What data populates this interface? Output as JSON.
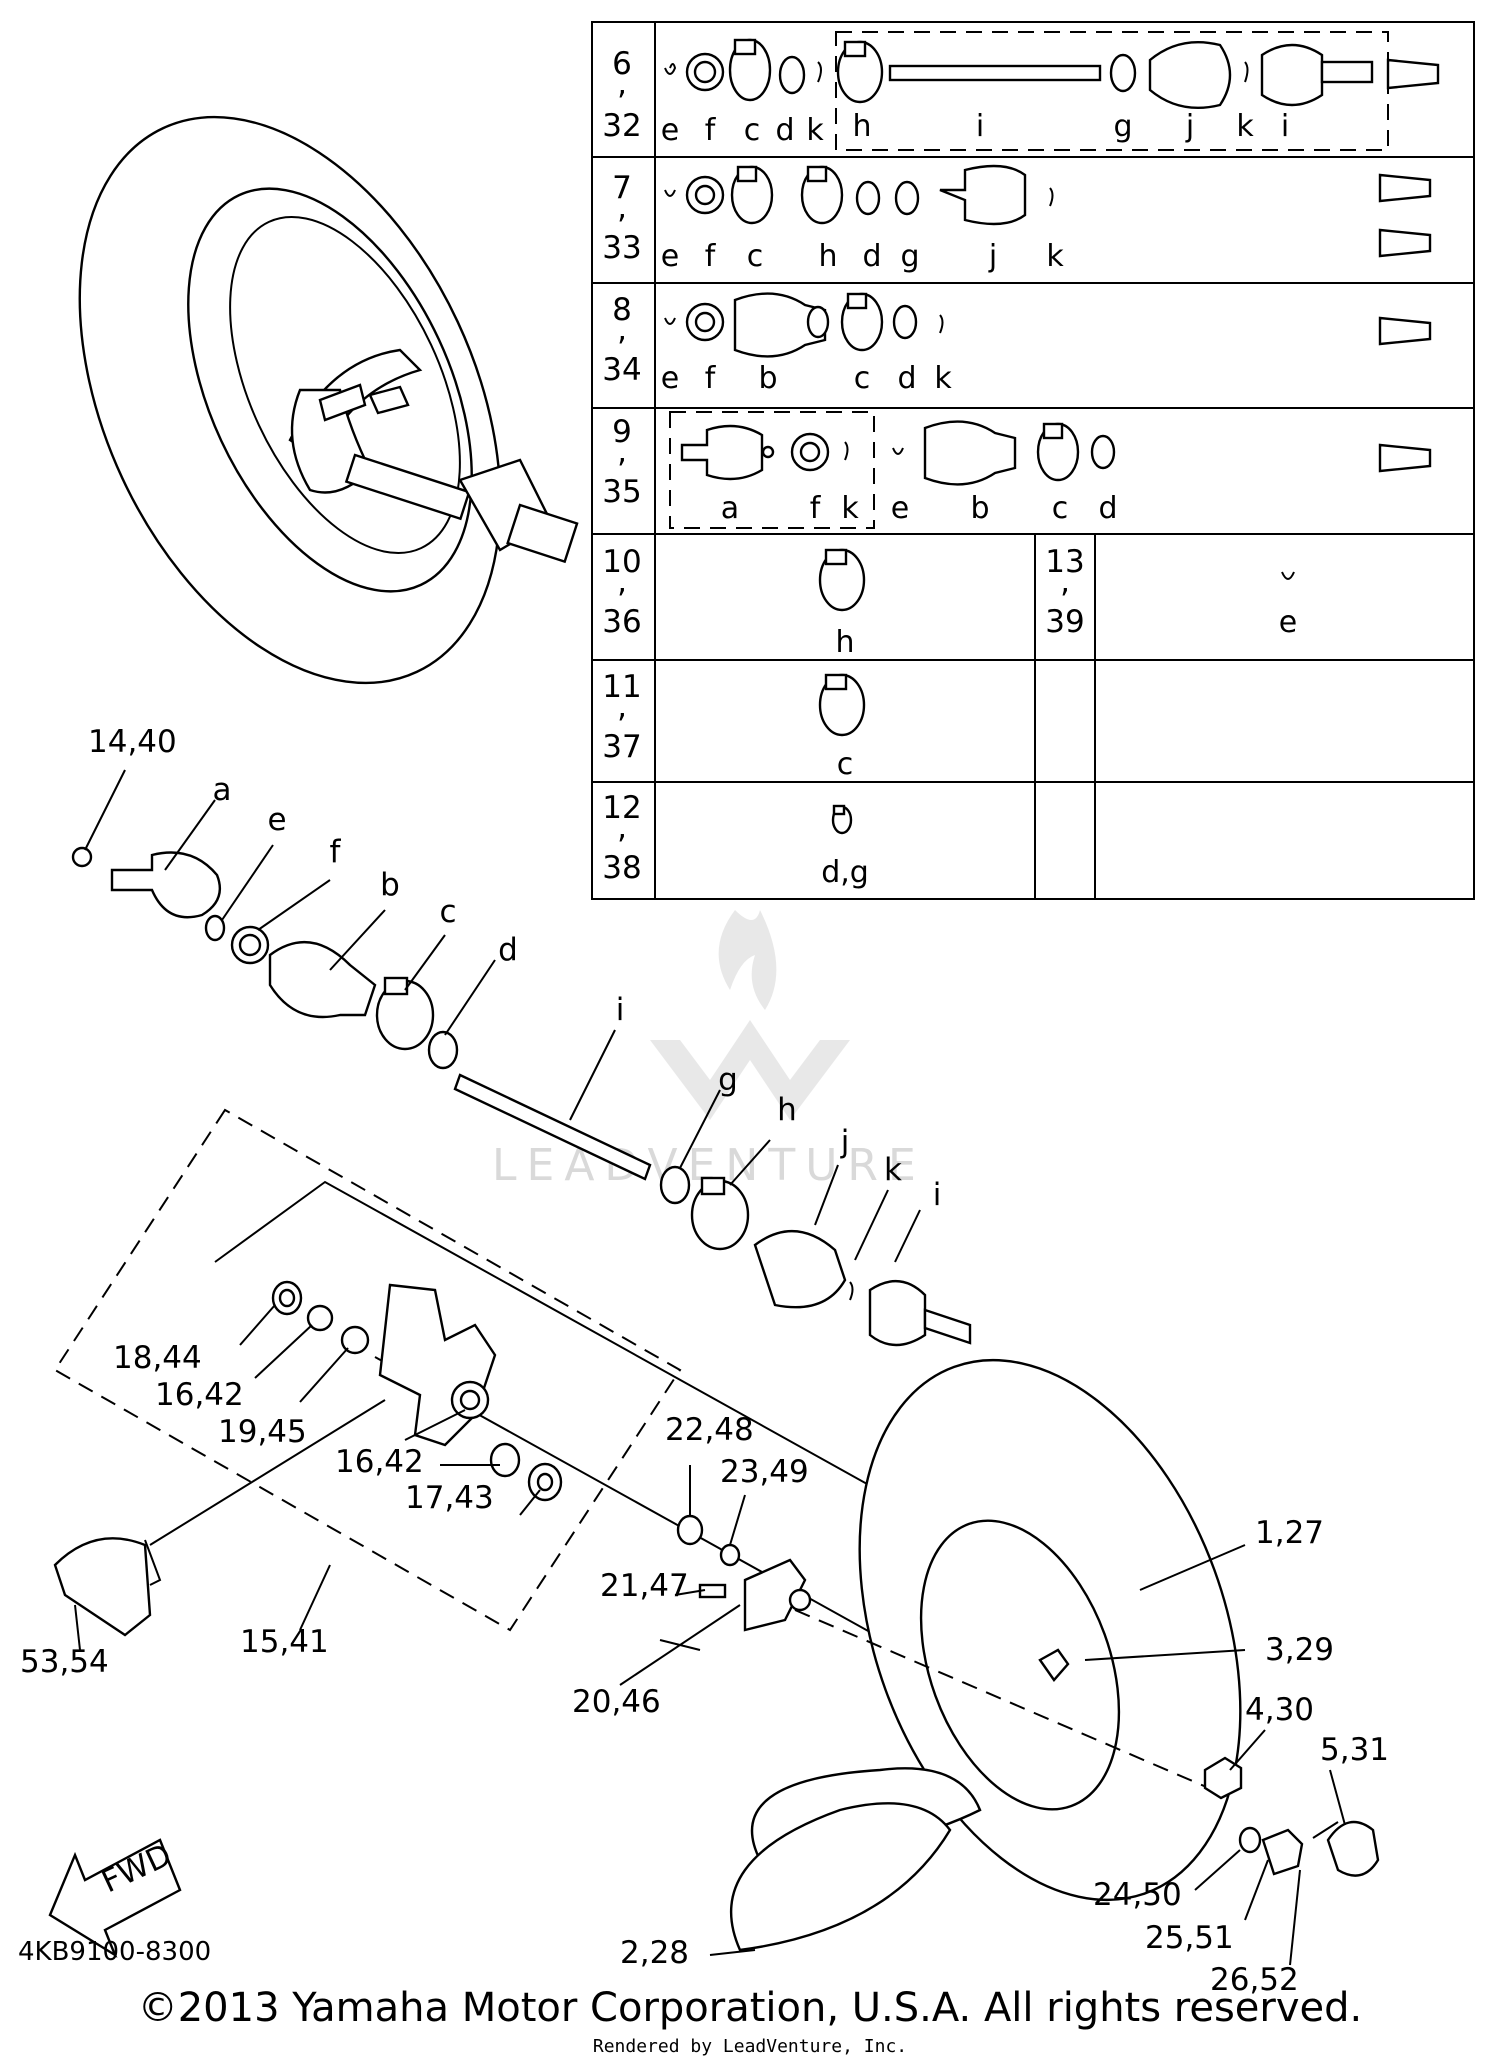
{
  "watermark": "LEADVENTURE",
  "catalog_code": "4KB9100-8300",
  "copyright": "©2013 Yamaha Motor Corporation, U.S.A. All rights reserved.",
  "rendered_by": "Rendered by LeadVenture, Inc.",
  "fwd_label": "FWD",
  "table": {
    "rows": [
      {
        "num_top": "6",
        "num_bottom": "32",
        "parts": [
          "e",
          "f",
          "c",
          "d",
          "k",
          "h",
          "i",
          "g",
          "j",
          "k",
          "i"
        ]
      },
      {
        "num_top": "7",
        "num_bottom": "33",
        "parts": [
          "e",
          "f",
          "c",
          "h",
          "d",
          "g",
          "j",
          "k"
        ]
      },
      {
        "num_top": "8",
        "num_bottom": "34",
        "parts": [
          "e",
          "f",
          "b",
          "c",
          "d",
          "k"
        ]
      },
      {
        "num_top": "9",
        "num_bottom": "35",
        "parts": [
          "a",
          "f",
          "k",
          "e",
          "b",
          "c",
          "d"
        ]
      },
      {
        "num_top": "10",
        "num_bottom": "36",
        "parts": [
          "h"
        ],
        "side_num_top": "13",
        "side_num_bottom": "39",
        "side_parts": [
          "e"
        ]
      },
      {
        "num_top": "11",
        "num_bottom": "37",
        "parts": [
          "c"
        ]
      },
      {
        "num_top": "12",
        "num_bottom": "38",
        "parts": [
          "d,g"
        ]
      }
    ]
  },
  "callouts": {
    "shaft_letters": [
      "a",
      "e",
      "f",
      "b",
      "c",
      "d",
      "i",
      "g",
      "h",
      "j",
      "k",
      "i"
    ],
    "c14_40": "14,40",
    "c18_44": "18,44",
    "c16_42a": "16,42",
    "c19_45": "19,45",
    "c16_42b": "16,42",
    "c17_43": "17,43",
    "c15_41": "15,41",
    "c53_54": "53,54",
    "c22_48": "22,48",
    "c23_49": "23,49",
    "c21_47": "21,47",
    "c20_46": "20,46",
    "c1_27": "1,27",
    "c3_29": "3,29",
    "c4_30": "4,30",
    "c5_31": "5,31",
    "c2_28": "2,28",
    "c24_50": "24,50",
    "c25_51": "25,51",
    "c26_52": "26,52"
  }
}
